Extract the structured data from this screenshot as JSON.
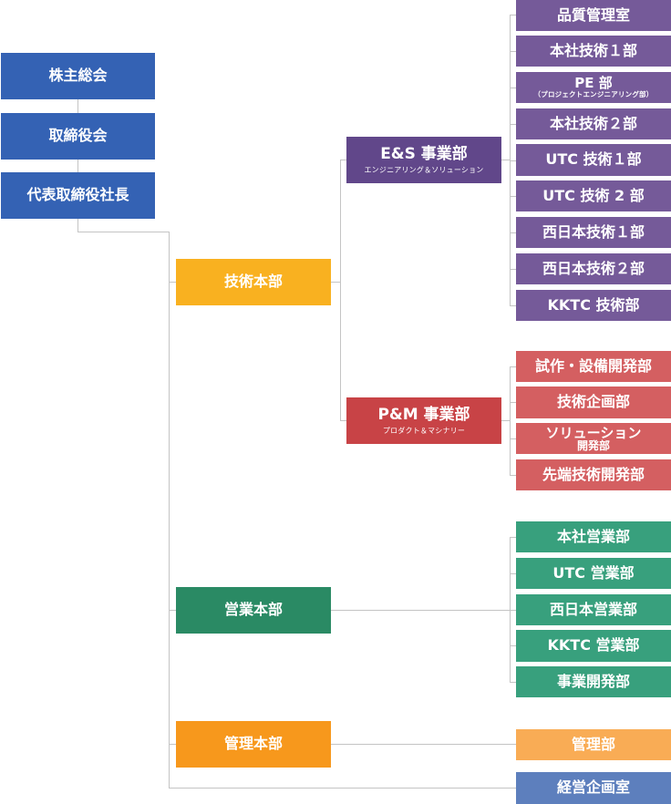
{
  "executive": {
    "shareholders": "株主総会",
    "board": "取締役会",
    "president": "代表取締役社長"
  },
  "divisions": {
    "tech": "技術本部",
    "sales": "営業本部",
    "admin": "管理本部"
  },
  "business_units": {
    "es": {
      "title": "E&S 事業部",
      "subtitle": "エンジニアリング＆ソリューション"
    },
    "pm": {
      "title": "P&M 事業部",
      "subtitle": "プロダクト＆マシナリー"
    }
  },
  "es_departments": [
    "品質管理室",
    "本社技術１部",
    {
      "title": "PE 部",
      "subtitle": "（プロジェクトエンジニアリング部）"
    },
    "本社技術２部",
    "UTC 技術１部",
    "UTC 技術 2 部",
    "西日本技術１部",
    "西日本技術２部",
    "KKTC 技術部"
  ],
  "pm_departments": [
    "試作・設備開発部",
    "技術企画部",
    {
      "line1": "ソリューション",
      "line2": "開発部"
    },
    "先端技術開発部"
  ],
  "sales_departments": [
    "本社営業部",
    "UTC 営業部",
    "西日本営業部",
    "KKTC 営業部",
    "事業開発部"
  ],
  "admin_departments": [
    "管理部"
  ],
  "direct_departments": [
    "経営企画室"
  ],
  "colors": {
    "executive": "#3462b4",
    "tech": "#f9b120",
    "sales": "#2a8a64",
    "admin": "#f7981c",
    "es": "#61478a",
    "pm": "#c84346",
    "planning": "#5d7fbd",
    "connector": "#c4c4c4"
  }
}
